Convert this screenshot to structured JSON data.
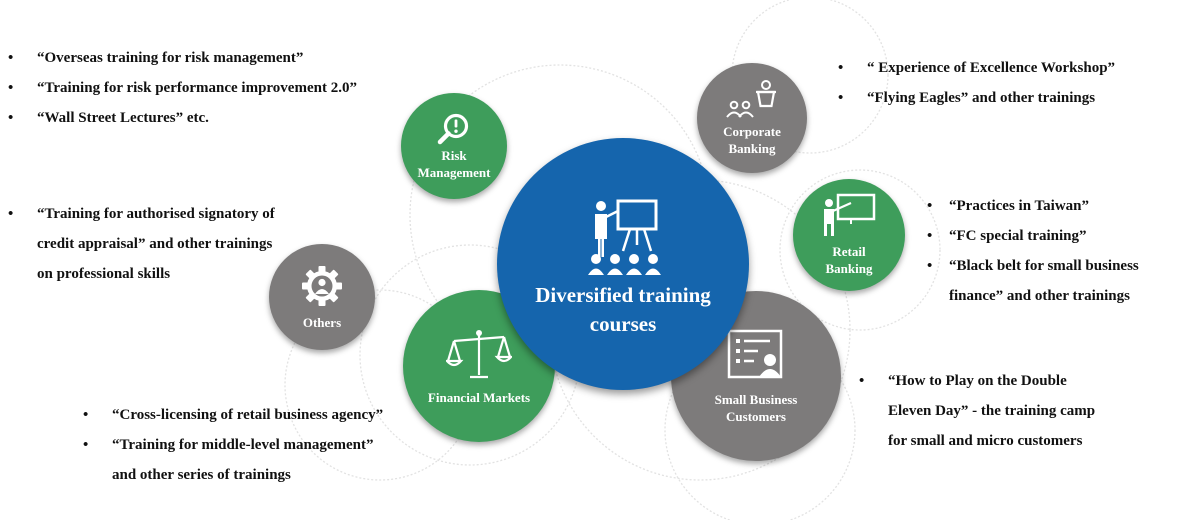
{
  "center": {
    "title_line1": "Diversified training",
    "title_line2": "courses"
  },
  "nodes": {
    "risk": {
      "line1": "Risk",
      "line2": "Management",
      "icon": "magnifier-alert-icon",
      "color": "#3e9d5b"
    },
    "corporate": {
      "line1": "Corporate",
      "line2": "Banking",
      "icon": "presenter-audience-icon",
      "color": "#7d7b7b"
    },
    "retail": {
      "line1": "Retail",
      "line2": "Banking",
      "icon": "teacher-board-icon",
      "color": "#3e9d5b"
    },
    "small_business": {
      "line1": "Small Business",
      "line2": "Customers",
      "icon": "profile-card-icon",
      "color": "#7d7b7b"
    },
    "financial": {
      "line1": "Financial Markets",
      "icon": "scales-icon",
      "color": "#3e9d5b"
    },
    "others": {
      "line1": "Others",
      "icon": "gear-person-icon",
      "color": "#7d7b7b"
    }
  },
  "lists": {
    "risk": [
      "“Overseas training for risk management”",
      "“Training for risk performance improvement 2.0”",
      "“Wall Street Lectures” etc."
    ],
    "corporate": [
      "“ Experience of Excellence Workshop”",
      "“Flying Eagles” and other trainings"
    ],
    "retail": [
      "“Practices in Taiwan”",
      "“FC special training”",
      "“Black belt for small business finance” and other trainings"
    ],
    "small_business": [
      "“How to Play on the Double Eleven Day” - the training camp for small and micro customers"
    ],
    "others": [
      "“Training for authorised signatory of credit appraisal” and other trainings on professional skills"
    ],
    "financial": [
      "“Cross-licensing of retail business agency”",
      "“Training for middle-level management” and other series of trainings"
    ]
  },
  "colors": {
    "center": "#1565ad",
    "green": "#3e9d5b",
    "gray": "#7d7b7b"
  }
}
